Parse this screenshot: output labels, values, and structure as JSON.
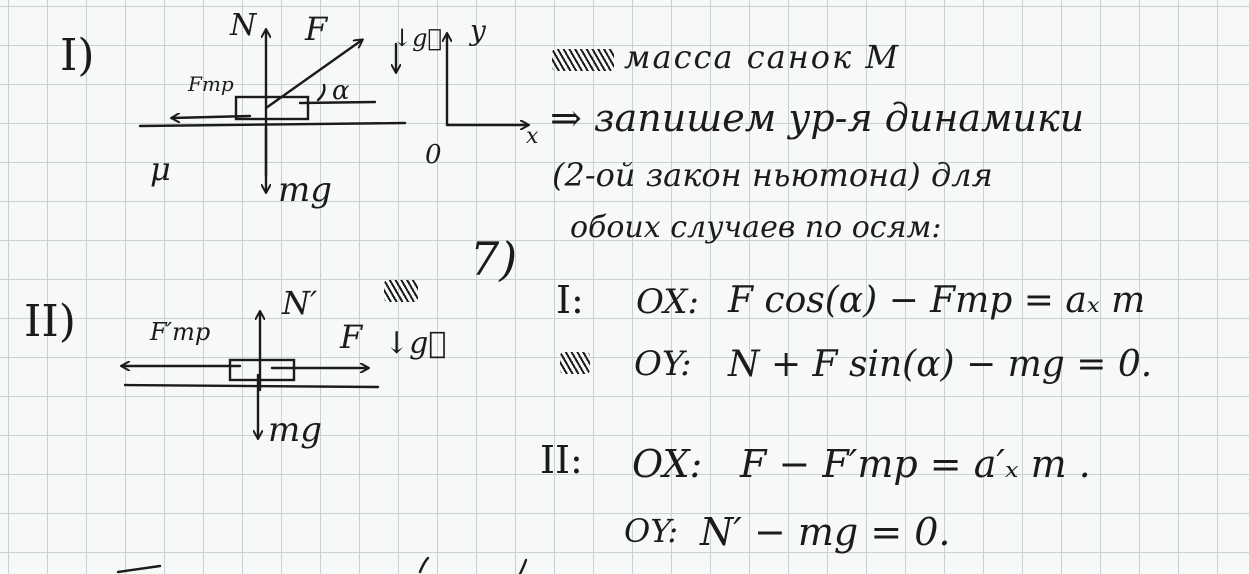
{
  "case1": {
    "label": "I)",
    "N": "N",
    "F": "F",
    "g": "↓g⃗",
    "y_axis": "y",
    "x_axis": "x",
    "origin": "0",
    "friction": "Fтр",
    "alpha": "α",
    "mu": "μ",
    "mg": "mg"
  },
  "case2": {
    "label": "II)",
    "N": "N′",
    "F": "F",
    "g": "↓g⃗",
    "friction": "F′тр",
    "mg": "mg"
  },
  "side_mark": "7)",
  "notes": {
    "line1": "масса санок M",
    "line2": "⇒ запишем ур-я динамики",
    "line3": "(2-ой закон ньютона) для",
    "line4": "обоих случаев по осям:"
  },
  "equations": {
    "I_label": "I:",
    "I_ox_axis": "OX:",
    "I_ox": "F cos(α) − Fтр = aₓ m",
    "I_oy_axis": "OY:",
    "I_oy": "N + F sin(α) − mg = 0.",
    "II_label": "II:",
    "II_ox_axis": "OX:",
    "II_ox": "F − F′тр = a′ₓ m .",
    "II_oy_axis": "OY:",
    "II_oy": "N′ − mg = 0."
  },
  "colors": {
    "ink": "#1b1b1b",
    "grid": "#c9d1d6",
    "paper": "#f7f8f8"
  }
}
